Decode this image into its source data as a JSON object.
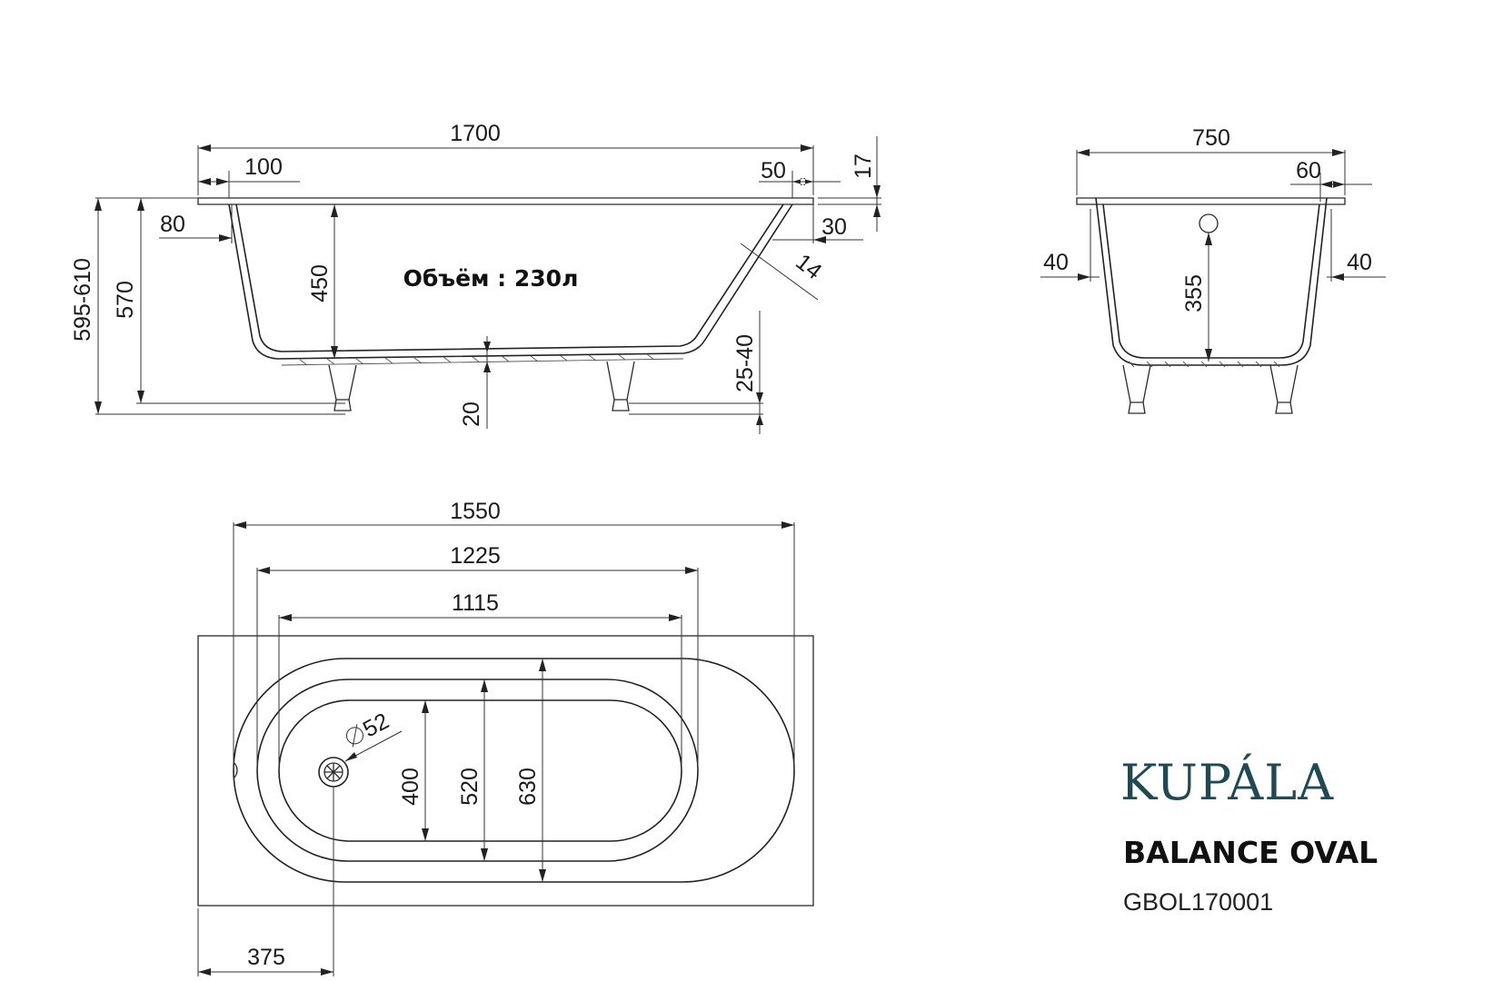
{
  "side_view": {
    "volume_label": "Объём : 230л",
    "dims": {
      "length_total": "1700",
      "rim_left": "100",
      "rim_right": "50",
      "rim_thickness": "17",
      "left_80": "80",
      "right_30": "30",
      "wall_14": "14",
      "height_total": "595-610",
      "height_570": "570",
      "depth_450": "450",
      "bottom_20": "20",
      "feet_adjust": "25-40"
    }
  },
  "end_view": {
    "dims": {
      "width_total": "750",
      "rim_60": "60",
      "left_40": "40",
      "right_40": "40",
      "overflow_355": "355"
    }
  },
  "top_view": {
    "dims": {
      "len_1550": "1550",
      "len_1225": "1225",
      "len_1115": "1115",
      "drain_diameter": "52",
      "width_400": "400",
      "width_520": "520",
      "width_630": "630",
      "drain_offset": "375"
    }
  },
  "brand": {
    "logo": "KUPÁLA",
    "model": "BALANCE OVAL",
    "code": "GBOL170001",
    "logo_color": "#1d4a54"
  }
}
